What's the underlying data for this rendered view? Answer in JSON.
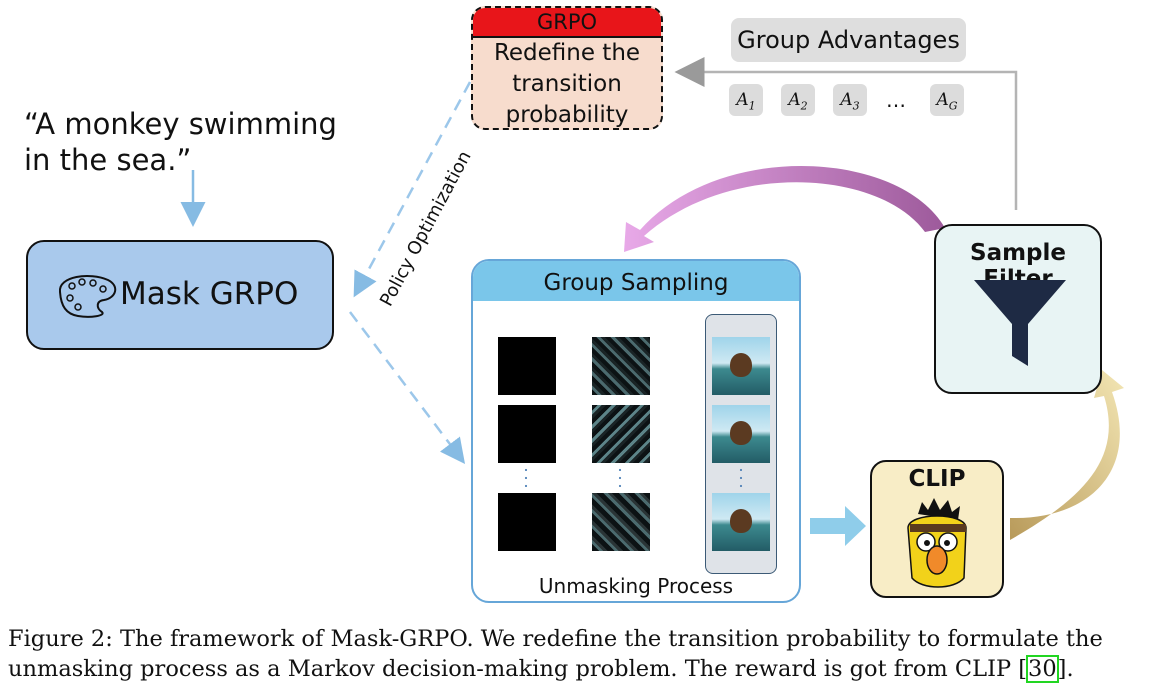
{
  "prompt_text": "“A monkey swimming in the sea.”",
  "mask_grpo_label": "Mask GRPO",
  "grpo_box": {
    "header": "GRPO",
    "body": "Redefine the transition probability"
  },
  "group_advantages": {
    "title": "Group Advantages",
    "items": [
      {
        "base": "A",
        "sub": "1"
      },
      {
        "base": "A",
        "sub": "2"
      },
      {
        "base": "A",
        "sub": "3"
      },
      {
        "base": "A",
        "sub": "G"
      }
    ],
    "ellipsis": "…"
  },
  "policy_optimization_label": "Policy Optimization",
  "group_sampling": {
    "title": "Group Sampling",
    "footer": "Unmasking Process"
  },
  "sample_filter_label": "Sample Filter",
  "clip_label": "CLIP",
  "caption": {
    "text": "Figure 2: The framework of Mask-GRPO. We redefine the transition probability to formulate the unmasking process as a Markov decision-making problem. The reward is got from CLIP [",
    "ref": "30",
    "tail": "]."
  },
  "colors": {
    "mask_box": "#a9c9ec",
    "grpo_header": "#e8151a",
    "grpo_body": "#f7dccd",
    "group_header": "#7ac6ea",
    "sample_filter": "#e8f4f4",
    "clip_box": "#f8edc6",
    "purple_arrow": "#a25e9f",
    "gold_arrow": "#d9c78a"
  }
}
